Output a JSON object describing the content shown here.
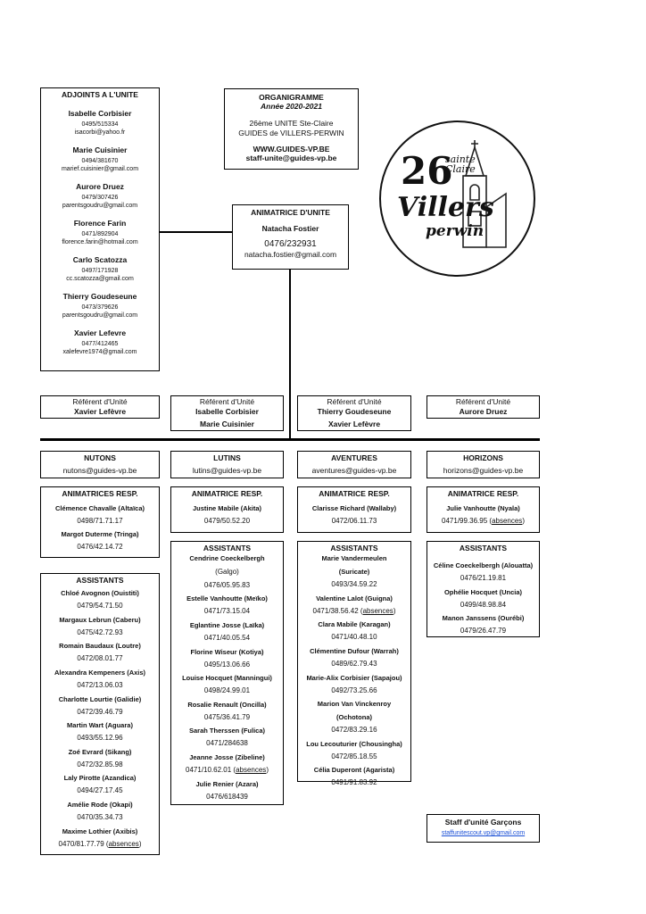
{
  "adjoints": {
    "title": "ADJOINTS A L'UNITE",
    "people": [
      {
        "name": "Isabelle Corbisier",
        "phone": "0495/515334",
        "email": "isacorbi@yahoo.fr"
      },
      {
        "name": "Marie Cuisinier",
        "phone": "0494/381670",
        "email": "marief.cuisinier@gmail.com"
      },
      {
        "name": "Aurore Druez",
        "phone": "0479/307426",
        "email": "parentsgoudru@gmail.com"
      },
      {
        "name": "Florence Farin",
        "phone": "0471/892904",
        "email": "florence.farin@hotmail.com"
      },
      {
        "name": "Carlo Scatozza",
        "phone": "0497/171928",
        "email": "cc.scatozza@gmail.com"
      },
      {
        "name": "Thierry Goudeseune",
        "phone": "0473/379626",
        "email": "parentsgoudru@gmail.com"
      },
      {
        "name": "Xavier Lefevre",
        "phone": "0477/412465",
        "email": "xalefevre1974@gmail.com"
      }
    ]
  },
  "header": {
    "title": "ORGANIGRAMME",
    "year": "Année 2020-2021",
    "unit_line1": "26ème UNITE Ste-Claire",
    "unit_line2": "GUIDES de VILLERS-PERWIN",
    "website": "WWW.GUIDES-VP.BE",
    "email": "staff-unite@guides-vp.be"
  },
  "logo": {
    "number": "26",
    "script_top": "sainte Claire",
    "script_main": "Villers",
    "script_sub": "perwin"
  },
  "animatrice": {
    "title": "ANIMATRICE D'UNITE",
    "name": "Natacha Fostier",
    "phone": "0476/232931",
    "email": "natacha.fostier@gmail.com"
  },
  "referents": [
    {
      "label": "Référent d'Unité",
      "names": [
        "Xavier Lefèvre"
      ]
    },
    {
      "label": "Référent d'Unité",
      "names": [
        "Isabelle Corbisier",
        "Marie Cuisinier"
      ]
    },
    {
      "label": "Référent d'Unité",
      "names": [
        "Thierry Goudeseune",
        "Xavier Lefèvre"
      ]
    },
    {
      "label": "Référent d'Unité",
      "names": [
        "Aurore Druez"
      ]
    }
  ],
  "branches": [
    {
      "name": "NUTONS",
      "email": "nutons@guides-vp.be"
    },
    {
      "name": "LUTINS",
      "email": "lutins@guides-vp.be"
    },
    {
      "name": "AVENTURES",
      "email": "aventures@guides-vp.be"
    },
    {
      "name": "HORIZONS",
      "email": "horizons@guides-vp.be"
    }
  ],
  "resp": [
    {
      "title": "ANIMATRICES RESP.",
      "lines": [
        [
          "Clémence Chavalle (Altaïca)",
          "b"
        ],
        [
          "0498/71.71.17",
          ""
        ],
        [
          "Margot Duterme (Tringa)",
          "b"
        ],
        [
          "0476/42.14.72",
          ""
        ]
      ]
    },
    {
      "title": "ANIMATRICE RESP.",
      "lines": [
        [
          "Justine Mabile (Akita)",
          "b"
        ],
        [
          "0479/50.52.20",
          ""
        ]
      ]
    },
    {
      "title": "ANIMATRICE RESP.",
      "lines": [
        [
          "Clarisse Richard (Wallaby)",
          "b"
        ],
        [
          "0472/06.11.73",
          ""
        ]
      ]
    },
    {
      "title": "ANIMATRICE RESP.",
      "lines": [
        [
          "Julie Vanhoutte (Nyala)",
          "b"
        ],
        [
          "0471/99.36.95 (absences)",
          ""
        ]
      ]
    }
  ],
  "assistants": [
    {
      "title": "ASSISTANTS",
      "lines": [
        [
          "Chloé Avognon (Ouistiti)",
          "b"
        ],
        [
          "0479/54.71.50",
          ""
        ],
        [
          "Margaux Lebrun (Caberu)",
          "b"
        ],
        [
          "0475/42.72.93",
          ""
        ],
        [
          "Romain Baudaux (Loutre)",
          "b"
        ],
        [
          "0472/08.01.77",
          ""
        ],
        [
          "Alexandra Kempeners (Axis)",
          "b"
        ],
        [
          "0472/13.06.03",
          ""
        ],
        [
          "Charlotte Lourtie (Galidie)",
          "b"
        ],
        [
          "0472/39.46.79",
          ""
        ],
        [
          "Martin Wart (Aguara)",
          "b"
        ],
        [
          "0493/55.12.96",
          ""
        ],
        [
          "Zoé Evrard (Sikang)",
          "b"
        ],
        [
          "0472/32.85.98",
          ""
        ],
        [
          "Laly Pirotte (Azandica)",
          "b"
        ],
        [
          "0494/27.17.45",
          ""
        ],
        [
          "Amélie Rode (Okapi)",
          "b"
        ],
        [
          "0470/35.34.73",
          ""
        ],
        [
          "Maxime Lothier (Axibis)",
          "b"
        ],
        [
          "0470/81.77.79 (absences)",
          ""
        ]
      ]
    },
    {
      "title": "ASSISTANTS",
      "lines": [
        [
          "Cendrine Coeckelbergh",
          "b"
        ],
        [
          "(Galgo)",
          ""
        ],
        [
          "0476/05.95.83",
          ""
        ],
        [
          "Estelle Vanhoutte (Meïko)",
          "b"
        ],
        [
          "0471/73.15.04",
          ""
        ],
        [
          "Eglantine Josse (Laïka)",
          "b"
        ],
        [
          "0471/40.05.54",
          ""
        ],
        [
          "Florine Wiseur (Kotiya)",
          "b"
        ],
        [
          "0495/13.06.66",
          ""
        ],
        [
          "Louise Hocquet (Manningui)",
          "b"
        ],
        [
          "0498/24.99.01",
          ""
        ],
        [
          "Rosalie Renault (Oncilla)",
          "b"
        ],
        [
          "0475/36.41.79",
          ""
        ],
        [
          "Sarah Therssen (Fulica)",
          "b"
        ],
        [
          "0471/284638",
          ""
        ],
        [
          "Jeanne Josse (Zibeline)",
          "b"
        ],
        [
          "0471/10.62.01 (absences)",
          ""
        ],
        [
          "Julie Renier (Azara)",
          "b"
        ],
        [
          "0476/618439",
          ""
        ]
      ]
    },
    {
      "title": "ASSISTANTS",
      "lines": [
        [
          "Marie Vandermeulen",
          "b"
        ],
        [
          "(Suricate)",
          "b"
        ],
        [
          "0493/34.59.22",
          ""
        ],
        [
          "Valentine Lalot (Guigna)",
          "b"
        ],
        [
          "0471/38.56.42 (absences)",
          ""
        ],
        [
          "Clara Mabile (Karagan)",
          "b"
        ],
        [
          "0471/40.48.10",
          ""
        ],
        [
          "Clémentine Dufour (Warrah)",
          "b"
        ],
        [
          "0489/62.79.43",
          ""
        ],
        [
          "Marie-Alix Corbisier (Sapajou)",
          "b"
        ],
        [
          "0492/73.25.66",
          ""
        ],
        [
          "Marion Van Vinckenroy",
          "b"
        ],
        [
          "(Ochotona)",
          "b"
        ],
        [
          "0472/83.29.16",
          ""
        ],
        [
          "Lou Lecouturier (Chousingha)",
          "b"
        ],
        [
          "0472/85.18.55",
          ""
        ],
        [
          "Célia Duperont (Agarista)",
          "b"
        ],
        [
          "0491/91.83.92",
          ""
        ]
      ]
    },
    {
      "title": "ASSISTANTS",
      "lines": [
        [
          "Céline Coeckelbergh (Alouatta)",
          "b"
        ],
        [
          "0476/21.19.81",
          ""
        ],
        [
          "Ophélie Hocquet (Uncia)",
          "b"
        ],
        [
          "0499/48.98.84",
          ""
        ],
        [
          "Manon Janssens (Ourébi)",
          "b"
        ],
        [
          "0479/26.47.79",
          ""
        ]
      ]
    }
  ],
  "staff_garcons": {
    "title": "Staff d'unité Garçons",
    "email": "staffunitescout.vp@gmail.com"
  }
}
